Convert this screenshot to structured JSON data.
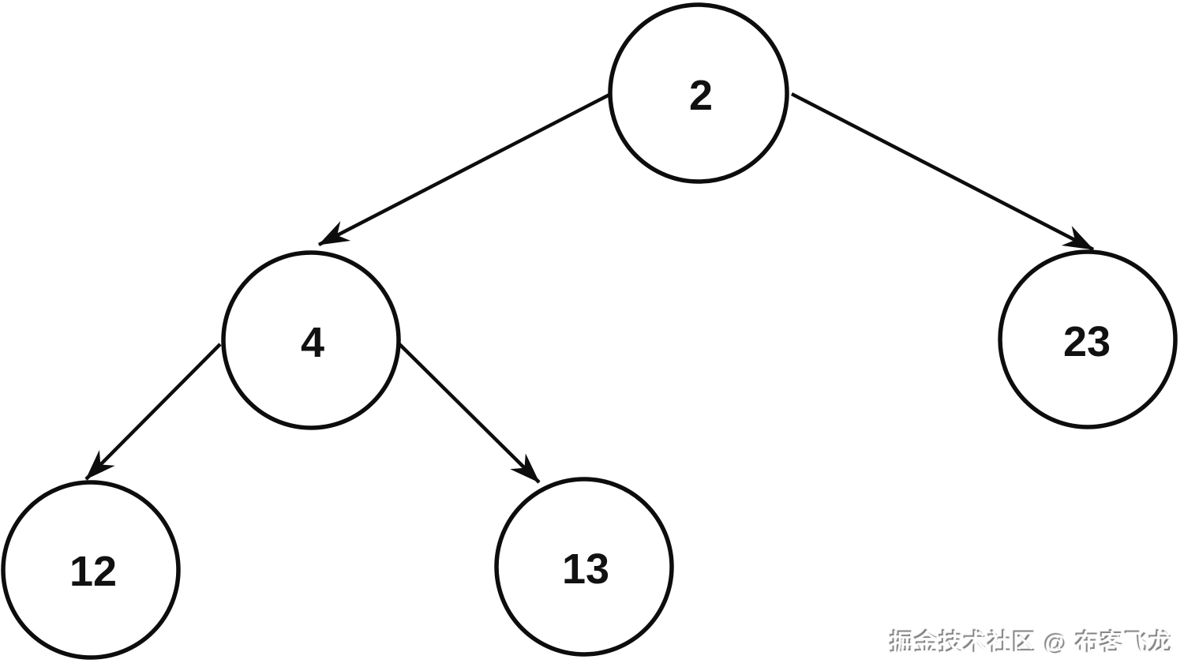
{
  "diagram": {
    "type": "binary-tree",
    "background": "#ffffff",
    "stroke_color": "#0d0d0d",
    "nodes": [
      {
        "id": "root",
        "label": "2"
      },
      {
        "id": "root-left",
        "label": "4"
      },
      {
        "id": "root-right",
        "label": "23"
      },
      {
        "id": "left-left",
        "label": "12"
      },
      {
        "id": "left-right",
        "label": "13"
      }
    ],
    "edges": [
      {
        "from": "2",
        "to": "4"
      },
      {
        "from": "2",
        "to": "23"
      },
      {
        "from": "4",
        "to": "12"
      },
      {
        "from": "4",
        "to": "13"
      }
    ]
  },
  "watermark": {
    "text": "掘金技术社区 @ 布客飞龙"
  }
}
